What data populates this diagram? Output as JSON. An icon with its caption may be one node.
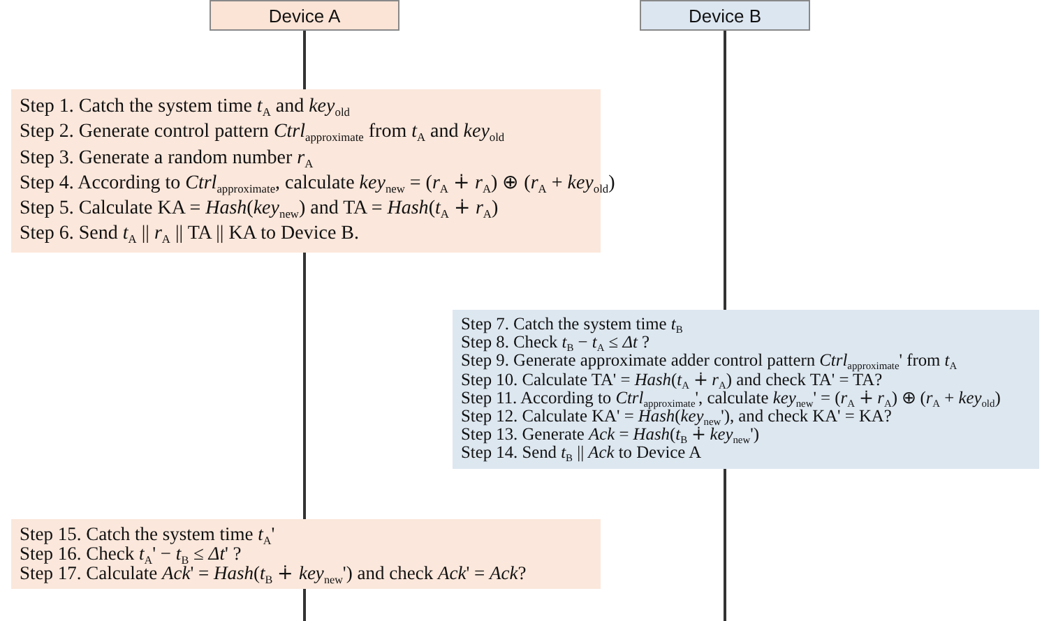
{
  "diagram": {
    "nodes": [
      {
        "text": [
          "Device A"
        ]
      },
      {
        "text": [
          "Device B"
        ]
      },
      {
        "text": [
          "Step 1. Catch the system time *t*$_{A}$ and *key*$_{old}$",
          "Step 2. Generate control pattern *Ctrl*$_{approximate}$ from *t*$_{A}$ and *key*$_{old}$",
          "Step 3. Generate a random number *r*$_{A}$",
          "Step 4. According to *Ctrl*$_{approximate}$, calculate *key*$_{new}$ = (*r*$_{A}$ ∔ *r*$_{A}$) ⊕ (*r*$_{A}$ + *key*$_{old}$)",
          "Step 5. Calculate KA = *Hash*(*key*$_{new}$) and TA = *Hash*(*t*$_{A}$ ∔ *r*$_{A}$)",
          "Step 6. Send *t*$_{A}$ || *r*$_{A}$ || TA || KA to Device B."
        ]
      },
      {
        "text": [
          "Step 7. Catch the system time *t*$_{B}$",
          "Step 8. Check *t*$_{B}$ − *t*$_{A}$ ≤ *Δt* ?",
          "Step 9. Generate approximate adder control pattern *Ctrl*$_{approximate}$' from *t*$_{A}$",
          "Step 10. Calculate TA' = *Hash*(*t*$_{A}$ ∔ *r*$_{A}$) and check TA' = TA?",
          "Step 11. According to *Ctrl*$_{approximate}$', calculate *key*$_{new}$' = (*r*$_{A}$ ∔ *r*$_{A}$) ⊕ (*r*$_{A}$ + *key*$_{old}$)",
          "Step 12. Calculate KA' = *Hash*(*key*$_{new}$'), and check KA' = KA?",
          "Step 13. Generate *Ack* = *Hash*(*t*$_{B}$ ∔ *key*$_{new}$')",
          "Step 14. Send *t*$_{B}$ || *Ack* to Device A"
        ]
      },
      {
        "text": [
          "Step 15. Catch the system time *t*$_{A}$'",
          "Step 16. Check *t*$_{A}$' − *t*$_{B}$ ≤ *Δt*' ?",
          "Step 17. Calculate *Ack*' = *Hash*(*t*$_{B}$ ∔ *key*$_{new}$') and check *Ack*' = *Ack*?"
        ]
      }
    ],
    "edges": [
      {
        "from": 0,
        "to": 2,
        "arrow": "none"
      },
      {
        "from": 2,
        "to": 4,
        "arrow": "none"
      },
      {
        "from": 4,
        "to": null,
        "arrow": "none"
      },
      {
        "from": 1,
        "to": 3,
        "arrow": "none"
      },
      {
        "from": 3,
        "to": null,
        "arrow": "none"
      }
    ]
  }
}
